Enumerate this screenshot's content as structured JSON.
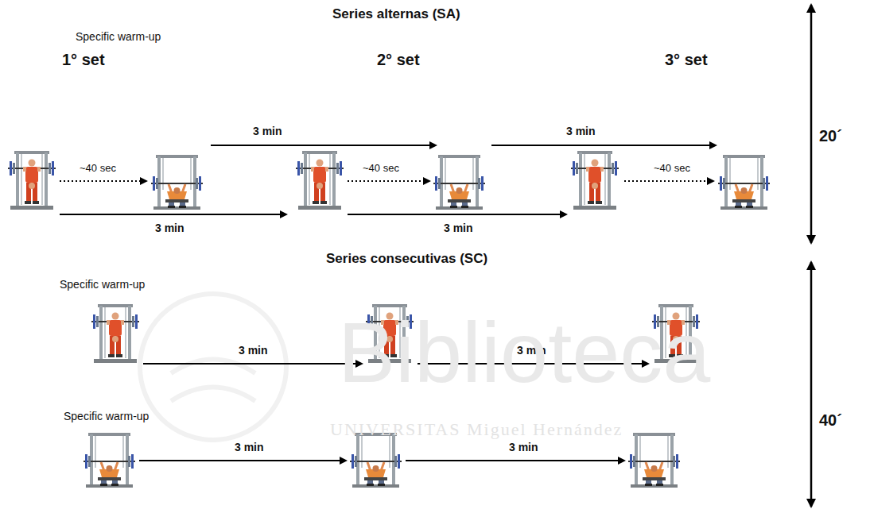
{
  "diagram": {
    "labels": [
      "Series alternas (SA)",
      "Specific warm-up",
      "1° set",
      "2° set",
      "3° set",
      "3 min",
      "3 min",
      "~40 sec",
      "~40 sec",
      "~40 sec",
      "3 min",
      "3 min",
      "20´",
      "Series consecutivas (SC)",
      "Specific warm-up",
      "3 min",
      "3 min",
      "Specific warm-up",
      "3 min",
      "3 min",
      "40´",
      "Biblioteca",
      "UNIVERSITAS Miguel Hernández"
    ]
  }
}
